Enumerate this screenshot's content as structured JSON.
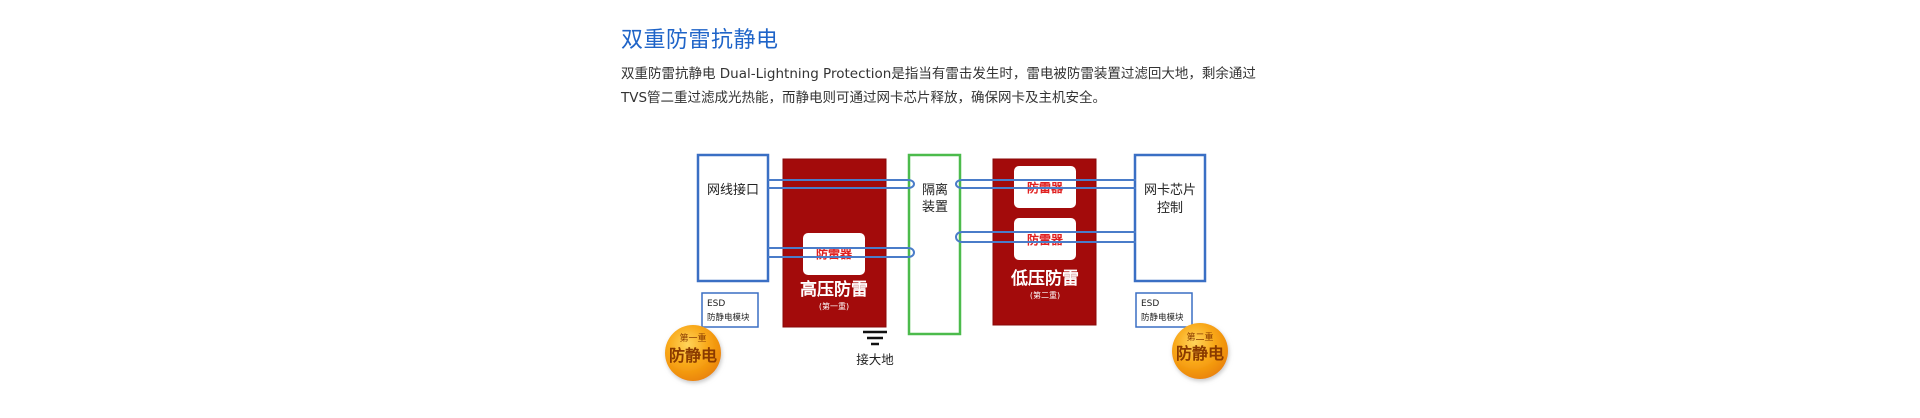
{
  "section": {
    "title": "双重防雷抗静电",
    "description_line1": "双重防雷抗静电 Dual-Lightning Protection是指当有雷击发生时，雷电被防雷装置过滤回大地，剩余通过",
    "description_line2": "TVS管二重过滤成光热能，而静电则可通过网卡芯片释放，确保网卡及主机安全。"
  },
  "diagram": {
    "network_port": "网线接口",
    "arrester_label": "防雷器",
    "high_voltage_title": "高压防雷",
    "high_voltage_stage": "(第一重)",
    "isolation_line1": "隔离",
    "isolation_line2": "装置",
    "low_voltage_title": "低压防雷",
    "low_voltage_stage": "(第二重)",
    "nic_chip_line1": "网卡芯片",
    "nic_chip_line2": "控制",
    "esd_title": "ESD",
    "esd_subtitle": "防静电模块",
    "ground_label": "接大地",
    "badge_first_stage": "第一重",
    "badge_second_stage": "第二重",
    "badge_main": "防静电"
  },
  "colors": {
    "title_blue": "#1f64c8",
    "box_blue": "#3a6fc4",
    "wire_blue": "#4a7cc9",
    "arrester_red": "#a30b0b",
    "arrester_text_red": "#e02020",
    "isolation_green": "#4cbb4c",
    "badge_orange": "#f59a0c"
  }
}
